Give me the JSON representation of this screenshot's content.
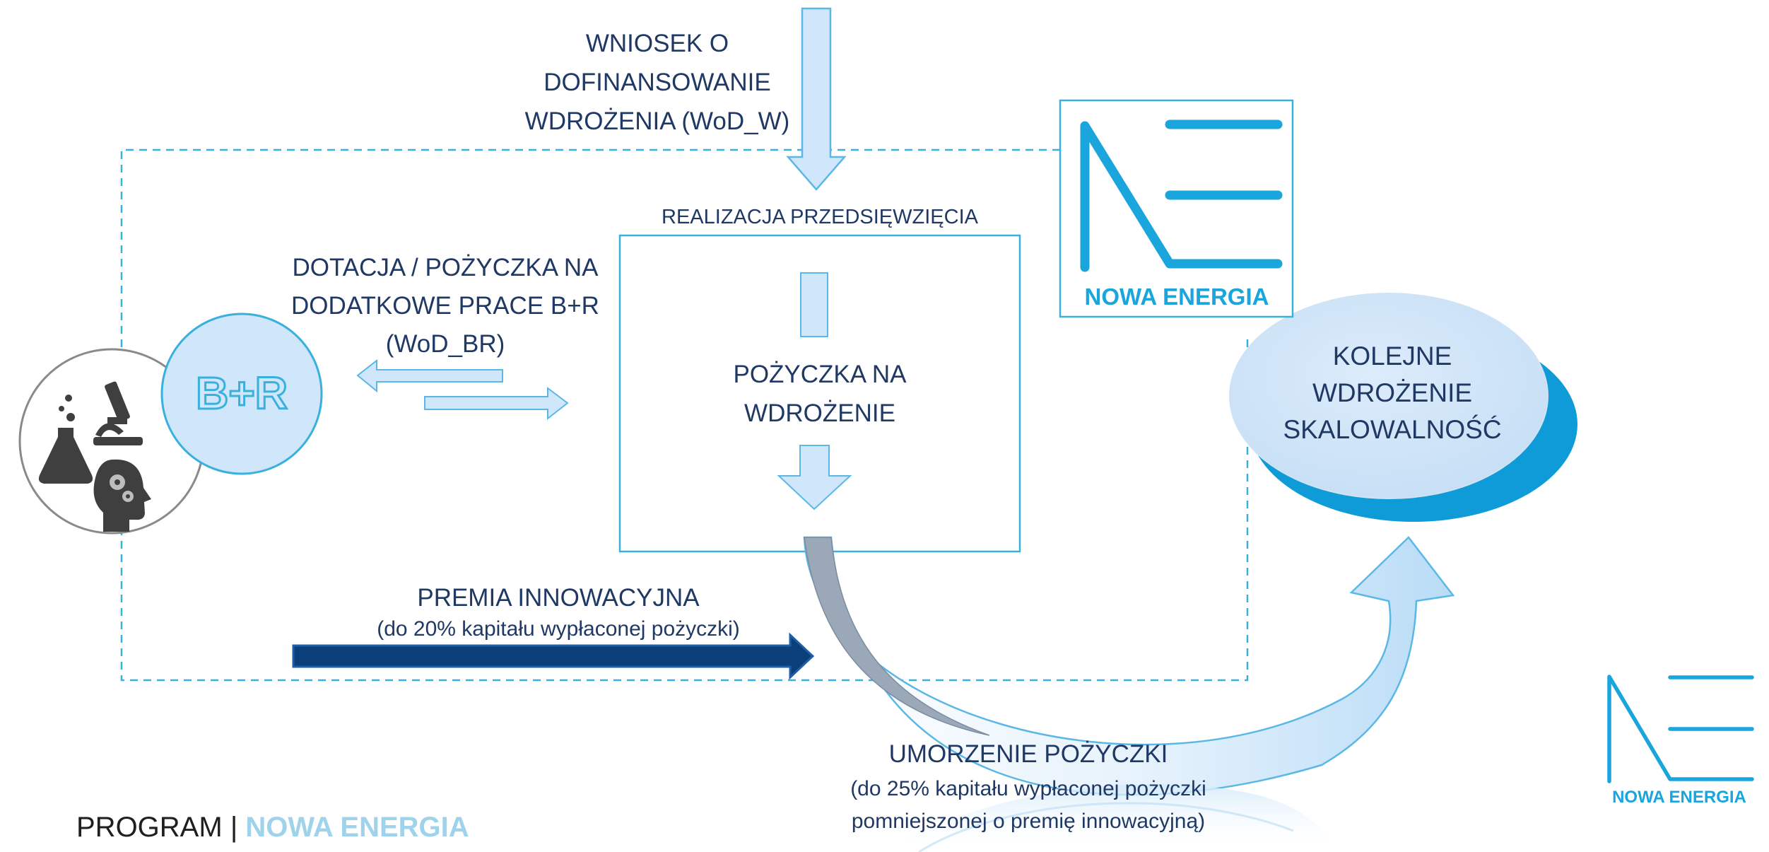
{
  "top_arrow": {
    "label_lines": [
      "WNIOSEK O",
      "DOFINANSOWANIE",
      "WDROŻENIA (WoD_W)"
    ]
  },
  "realization_box": {
    "title": "REALIZACJA PRZEDSIĘWZIĘCIA",
    "loan_lines": [
      "POŻYCZKA NA",
      "WDROŻENIE"
    ]
  },
  "br_section": {
    "grant_lines": [
      "DOTACJA / POŻYCZKA NA",
      "DODATKOWE PRACE B+R",
      "(WoD_BR)"
    ],
    "circle_label": "B+R"
  },
  "premium": {
    "title": "PREMIA INNOWACYJNA",
    "subtitle": "(do 20% kapitału wypłaconej pożyczki)"
  },
  "forgiveness": {
    "title": "UMORZENIE POŻYCZKI",
    "subtitle_lines": [
      "(do 25% kapitału wypłaconej pożyczki",
      "pomniejszonej o premię innowacyjną)"
    ]
  },
  "next_step": {
    "lines": [
      "KOLEJNE WDROŻENIE",
      "SKALOWALNOŚĆ"
    ]
  },
  "logo": {
    "text": "NOWA ENERGIA"
  },
  "footer": {
    "program": "PROGRAM",
    "separator": "|",
    "name": "NOWA ENERGIA"
  },
  "colors": {
    "light_blue": "#cfe6fb",
    "outline_blue": "#5bb8e6",
    "cyan": "#1aa5dc",
    "navy": "#1f3864",
    "dark_arrow": "#0b3f7a",
    "grey_band": "#9aa8b8"
  }
}
